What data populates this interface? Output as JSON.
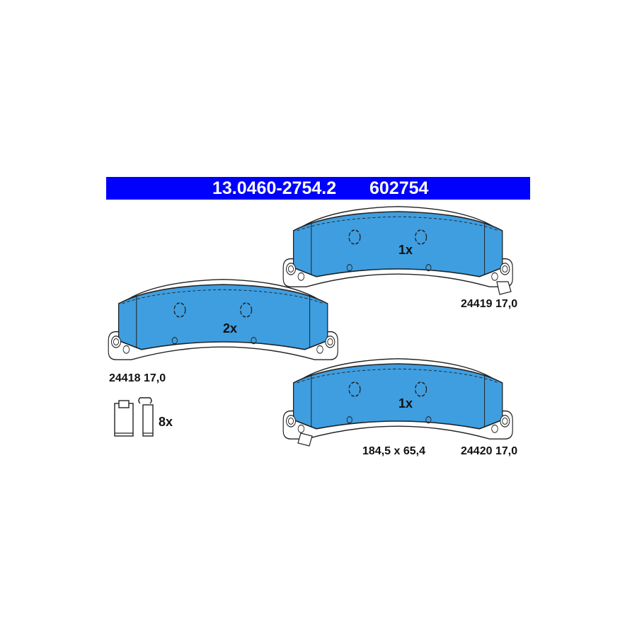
{
  "header": {
    "part_number": "13.0460-2754.2",
    "code": "602754"
  },
  "colors": {
    "banner": "#0000ff",
    "pad_fill": "#3f9ee0",
    "line": "#222222"
  },
  "pads": [
    {
      "quantity": "1x",
      "part_ref": "24419",
      "thickness": "17,0"
    },
    {
      "quantity": "2x",
      "part_ref": "24418",
      "thickness": "17,0"
    },
    {
      "quantity": "1x",
      "part_ref": "24420",
      "thickness": "17,0"
    }
  ],
  "clips": {
    "quantity": "8x"
  },
  "dimensions": "184,5 x 65,4"
}
